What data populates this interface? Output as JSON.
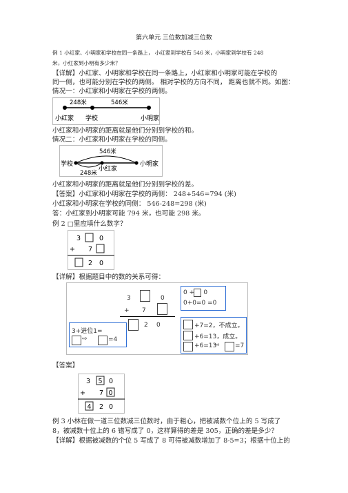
{
  "title": "第六单元    三位数加减三位数",
  "lines": {
    "ex1_a": "例 1    小红家、小明家和学校在同一条路上，    小红家到学校有    546 米，小明家到学校有    248",
    "ex1_b": "米，小红家到小明有多少米？",
    "ex1_detail_a": "【详解】小红家、小明家和学校在同一条路上，小红家和小明家可能在学校的",
    "ex1_detail_b": "同一侧，也可能分别在学校的两侧。  相对学校的方向不同，  距离也就不同。如图：",
    "case1": "情况一：小红家和小明家在学校的两侧。",
    "case1_note": "小红家和小明家的距离就是他们分别到学校的和。",
    "case2": "情况二：小红家和小明家在学校的同侧。",
    "case2_note": "小红家和小明家的距离就是他们分别到学校的差。",
    "answer1": "【答案】小红家和小明家在学校的两侧：    248+546=794 (米)",
    "answer2": "小红家和小明家在学校的同侧：    546-248=298 (米)",
    "answer3": "答：小红家到小明家可能    794 米，也可能   298 米。",
    "ex2": "例 2    □里应填什么数字？",
    "detail2": "【详解】根据题目中的数的关系可得：",
    "answer_label": "【答案】",
    "ex3_a": "例 3    小林在做一道三位数减三位数时，由于粗心，把被减数个位上的          5 写成了",
    "ex3_b": "8，被减数十位上的    6 错写成了  0，这样算得的差是    305，正确的差是多少？",
    "ex3_detail": "【详解】根据被减数的个位    5 写成了  8 可得被减数增加了    8-5=3；根据十位上的"
  },
  "diagram1": {
    "d1": "248米",
    "d2": "546米",
    "p1": "小红家",
    "p2": "学校",
    "p3": "小明家"
  },
  "diagram2": {
    "d_top": "546米",
    "d_bot": "248米",
    "p1": "学校",
    "p2": "小红家",
    "p3": "小明家"
  },
  "puzzle": {
    "r1a": "3",
    "r1c": "0",
    "plus": "+",
    "r2b": "7",
    "r3b": "2",
    "r3c": "0"
  },
  "detail_fig": {
    "top_right_1": "0 +      = 0",
    "top_right_2": "0+0=0   =0",
    "left_1": "3+进位1=",
    "left_2": "=4",
    "right_1": "+7=2，不成立。",
    "right_2": "+6=13，成立。",
    "right_3": "+6=13",
    "right_3b": "=7"
  },
  "answer_fig": {
    "r1a": "3",
    "r1b": "5",
    "r1c": "0",
    "plus": "+",
    "r2b": "7",
    "r2c": "0",
    "r3a": "4",
    "r3b": "2",
    "r3c": "0"
  }
}
